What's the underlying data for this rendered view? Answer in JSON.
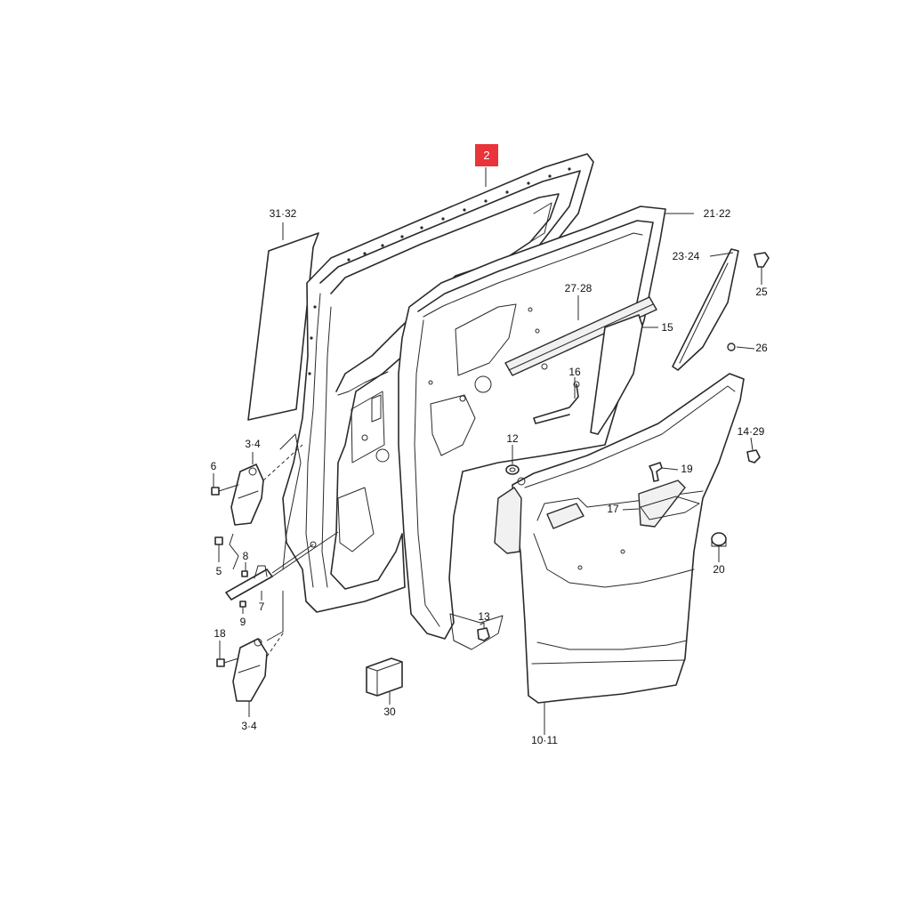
{
  "diagram": {
    "highlight": {
      "label": "2",
      "color": "#e8343a"
    },
    "callouts": [
      {
        "id": "c-31-32",
        "text": "31·32"
      },
      {
        "id": "c-21-22",
        "text": "21·22"
      },
      {
        "id": "c-23-24",
        "text": "23·24"
      },
      {
        "id": "c-25",
        "text": "25"
      },
      {
        "id": "c-27-28",
        "text": "27·28"
      },
      {
        "id": "c-15",
        "text": "15"
      },
      {
        "id": "c-26",
        "text": "26"
      },
      {
        "id": "c-16",
        "text": "16"
      },
      {
        "id": "c-14-29",
        "text": "14·29"
      },
      {
        "id": "c-3-4-top",
        "text": "3·4"
      },
      {
        "id": "c-12",
        "text": "12"
      },
      {
        "id": "c-6",
        "text": "6"
      },
      {
        "id": "c-19",
        "text": "19"
      },
      {
        "id": "c-17",
        "text": "17"
      },
      {
        "id": "c-5",
        "text": "5"
      },
      {
        "id": "c-8",
        "text": "8"
      },
      {
        "id": "c-20",
        "text": "20"
      },
      {
        "id": "c-7",
        "text": "7"
      },
      {
        "id": "c-9",
        "text": "9"
      },
      {
        "id": "c-13",
        "text": "13"
      },
      {
        "id": "c-18",
        "text": "18"
      },
      {
        "id": "c-30",
        "text": "30"
      },
      {
        "id": "c-3-4-bottom",
        "text": "3·4"
      },
      {
        "id": "c-10-11",
        "text": "10·11"
      }
    ]
  }
}
